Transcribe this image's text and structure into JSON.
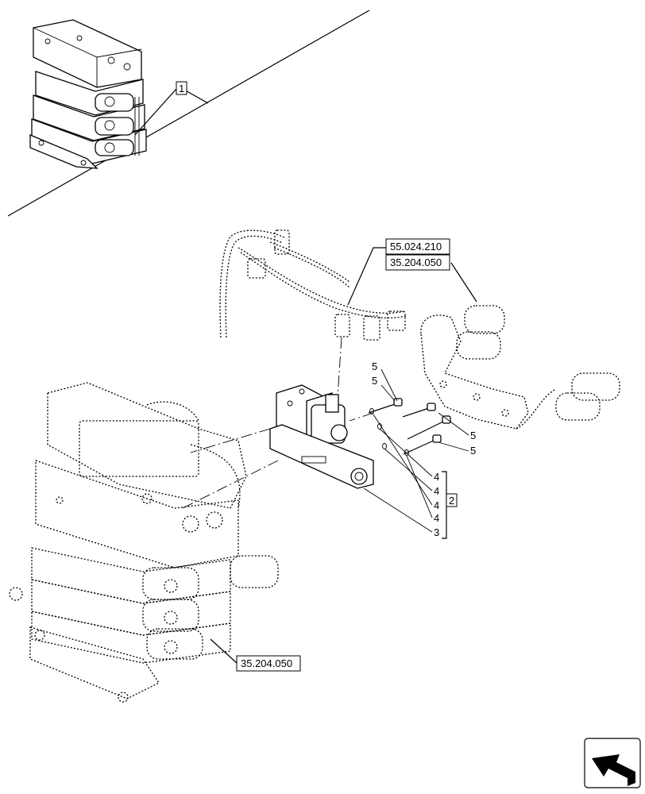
{
  "callouts": {
    "inset_ref": "1",
    "harness_ref": "55.024.210",
    "upper_valve_ref": "35.204.050",
    "lower_valve_ref": "35.204.050",
    "kit_ref": "2",
    "bolt_labels": [
      "5",
      "5",
      "5",
      "5"
    ],
    "washer_labels": [
      "4",
      "4",
      "4",
      "4"
    ],
    "solenoid_label": "3"
  },
  "icons": [
    "next-page-arrow-icon"
  ]
}
